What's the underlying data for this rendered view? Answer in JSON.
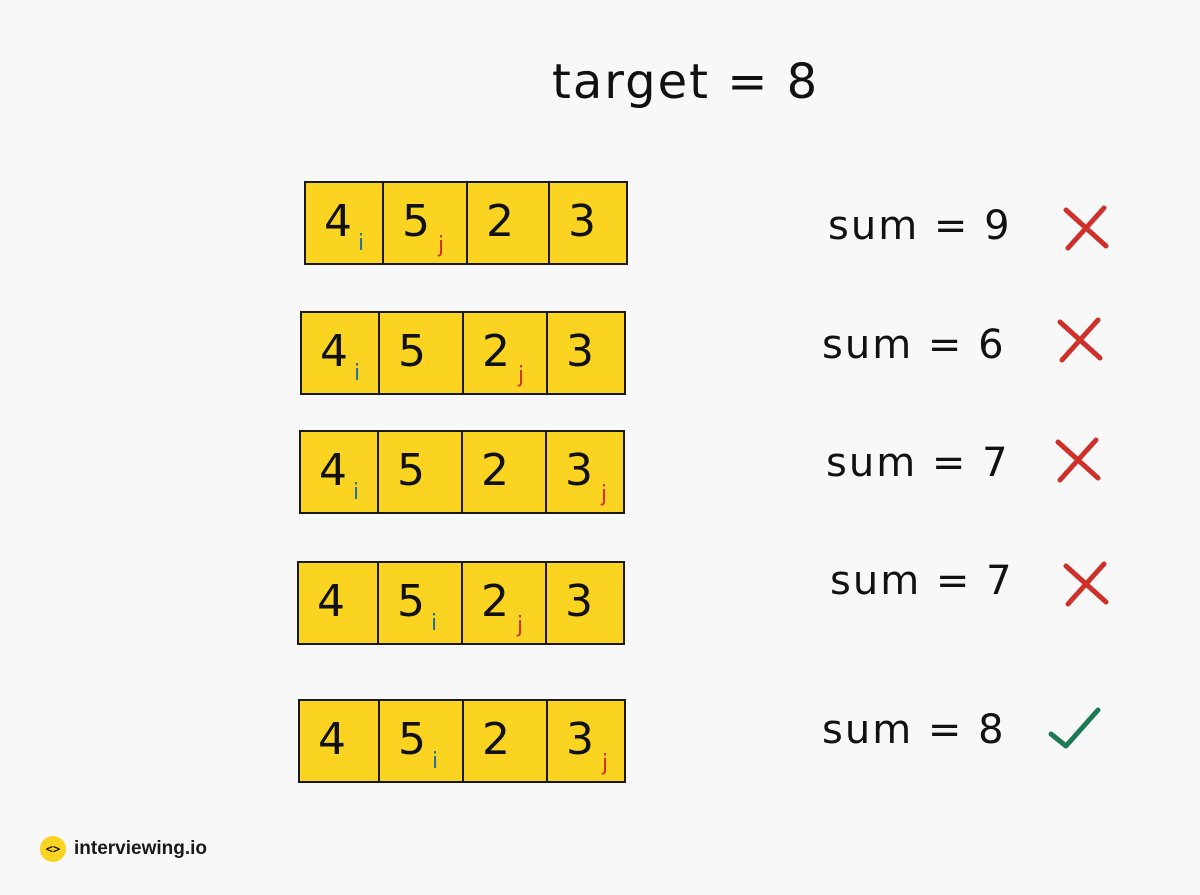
{
  "title": "target = 8",
  "colors": {
    "cell_fill": "#fbd422",
    "i_pointer": "#1e6fa6",
    "j_pointer": "#d0302a",
    "cross": "#d0302a",
    "check": "#1e7a55"
  },
  "rows": [
    {
      "cells": [
        {
          "value": "4",
          "pointer": "i"
        },
        {
          "value": "5",
          "pointer": "j"
        },
        {
          "value": "2",
          "pointer": ""
        },
        {
          "value": "3",
          "pointer": ""
        }
      ],
      "sum_text": "sum = 9",
      "result": "cross"
    },
    {
      "cells": [
        {
          "value": "4",
          "pointer": "i"
        },
        {
          "value": "5",
          "pointer": ""
        },
        {
          "value": "2",
          "pointer": "j"
        },
        {
          "value": "3",
          "pointer": ""
        }
      ],
      "sum_text": "sum = 6",
      "result": "cross"
    },
    {
      "cells": [
        {
          "value": "4",
          "pointer": "i"
        },
        {
          "value": "5",
          "pointer": ""
        },
        {
          "value": "2",
          "pointer": ""
        },
        {
          "value": "3",
          "pointer": "j"
        }
      ],
      "sum_text": "sum = 7",
      "result": "cross"
    },
    {
      "cells": [
        {
          "value": "4",
          "pointer": ""
        },
        {
          "value": "5",
          "pointer": "i"
        },
        {
          "value": "2",
          "pointer": "j"
        },
        {
          "value": "3",
          "pointer": ""
        }
      ],
      "sum_text": "sum = 7",
      "result": "cross"
    },
    {
      "cells": [
        {
          "value": "4",
          "pointer": ""
        },
        {
          "value": "5",
          "pointer": "i"
        },
        {
          "value": "2",
          "pointer": ""
        },
        {
          "value": "3",
          "pointer": "j"
        }
      ],
      "sum_text": "sum = 8",
      "result": "check"
    }
  ],
  "logo": {
    "badge": "<>",
    "text": "interviewing.io"
  }
}
